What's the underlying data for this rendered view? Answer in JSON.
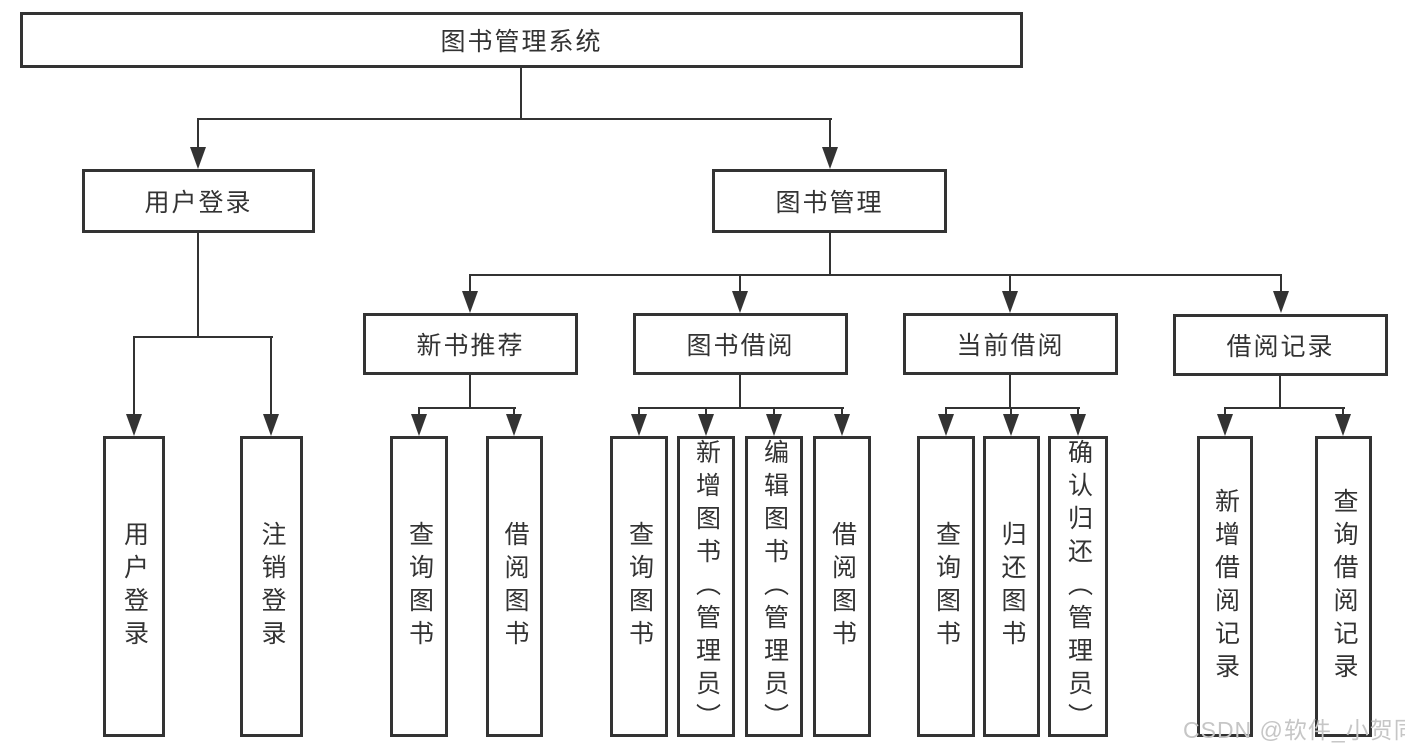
{
  "tree": {
    "root": "图书管理系统",
    "children": [
      {
        "label": "用户登录",
        "children": [
          "用户登录",
          "注销登录"
        ]
      },
      {
        "label": "图书管理",
        "children": [
          {
            "label": "新书推荐",
            "children": [
              "查询图书",
              "借阅图书"
            ]
          },
          {
            "label": "图书借阅",
            "children": [
              "查询图书",
              "新增图书（管理员）",
              "编辑图书（管理员）",
              "借阅图书"
            ]
          },
          {
            "label": "当前借阅",
            "children": [
              "查询图书",
              "归还图书",
              "确认归还（管理员）"
            ]
          },
          {
            "label": "借阅记录",
            "children": [
              "新增借阅记录",
              "查询借阅记录"
            ]
          }
        ]
      }
    ]
  },
  "watermark": {
    "text": "CSDN @软件_小贺同学"
  },
  "colors": {
    "line": "#333333",
    "text": "#333333",
    "background": "#ffffff",
    "watermark": "#c6c6c6"
  }
}
